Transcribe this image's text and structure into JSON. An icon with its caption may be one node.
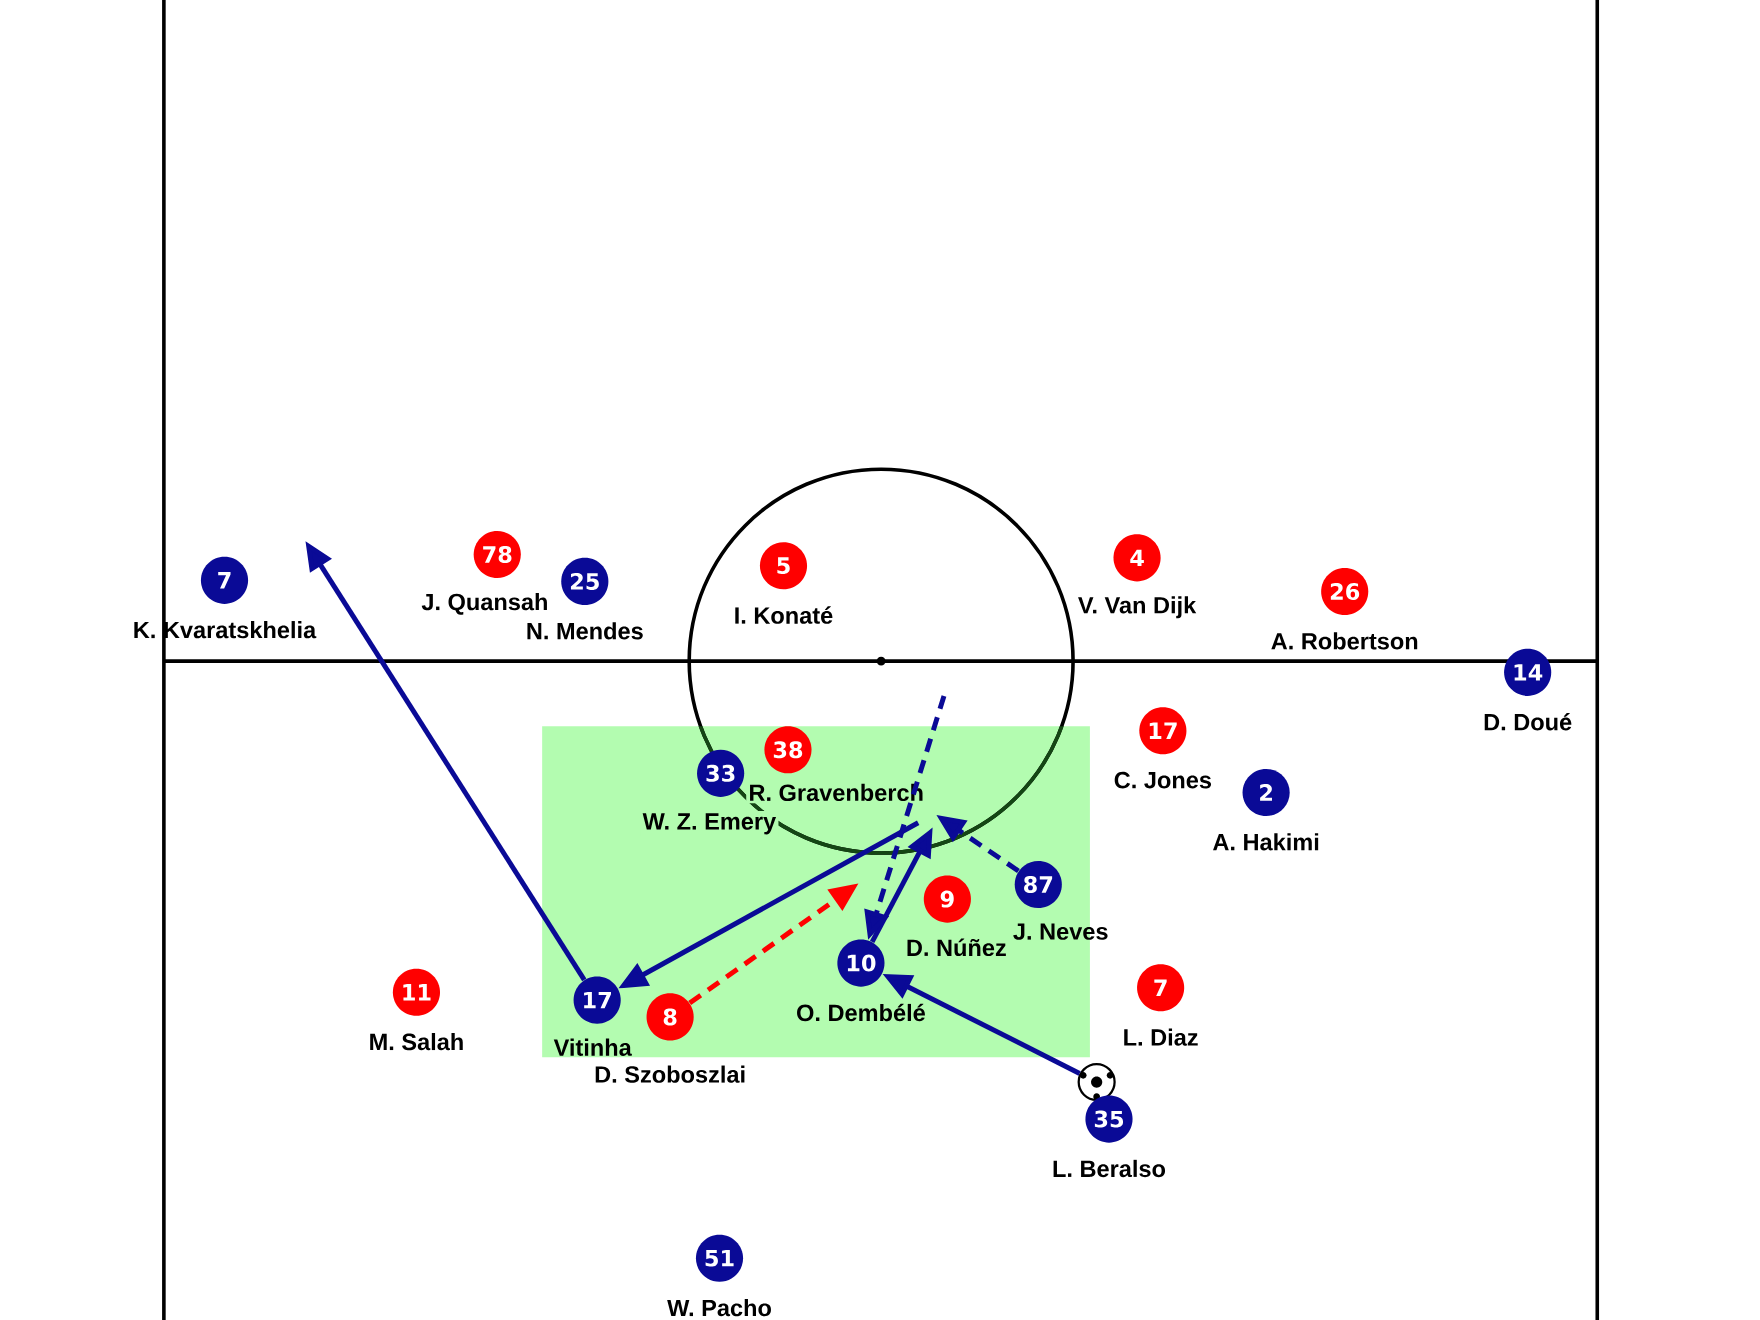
{
  "diagram": {
    "nodes": [
      {
        "text": [
          "78"
        ],
        "beside": [
          "J. Quansah"
        ]
      },
      {
        "text": [
          "4"
        ],
        "beside": [
          "V. Van Dijk"
        ]
      },
      {
        "text": [
          "5"
        ],
        "beside": [
          "I. Konaté"
        ]
      },
      {
        "text": [
          "7"
        ],
        "beside": [
          "K. Kvaratskhelia"
        ]
      },
      {
        "text": [
          "25"
        ],
        "beside": [
          "N. Mendes"
        ]
      },
      {
        "text": [
          "26"
        ],
        "beside": [
          "A. Robertson"
        ]
      },
      {
        "text": [
          "14"
        ],
        "beside": [
          "D. Doué"
        ]
      },
      {
        "text": [
          "17"
        ],
        "beside": [
          "C. Jones"
        ]
      },
      {
        "text": [
          "38"
        ],
        "beside": [
          "R. Gravenberch"
        ]
      },
      {
        "text": [
          "33"
        ],
        "beside": [
          "W. Z. Emery"
        ]
      },
      {
        "text": [
          "2"
        ],
        "beside": [
          "A. Hakimi"
        ]
      },
      {
        "text": [
          "87"
        ],
        "beside": [
          "J. Neves"
        ]
      },
      {
        "text": [
          "9"
        ],
        "beside": [
          "D. Núñez"
        ]
      },
      {
        "text": [
          "10"
        ],
        "beside": [
          "O. Dembélé"
        ]
      },
      {
        "text": [
          "7"
        ],
        "beside": [
          "L. Diaz"
        ]
      },
      {
        "text": [
          "11"
        ],
        "beside": [
          "M. Salah"
        ]
      },
      {
        "text": [
          "17"
        ],
        "beside": [
          "Vitinha"
        ]
      },
      {
        "text": [
          "8"
        ],
        "beside": [
          "D. Szoboszlai"
        ]
      },
      {
        "text": [],
        "shape": "ball"
      },
      {
        "text": [
          "35"
        ],
        "beside": [
          "L. Beralso"
        ]
      },
      {
        "text": [
          "51"
        ],
        "beside": [
          "W. Pacho"
        ]
      }
    ],
    "edges": [
      {
        "from": 16,
        "to": null,
        "arrow": "to"
      },
      {
        "from": null,
        "to": 16,
        "arrow": "to"
      },
      {
        "from": 13,
        "to": null,
        "arrow": "to"
      },
      {
        "from": 11,
        "to": null,
        "arrow": "to",
        "style": "dashed"
      },
      {
        "from": null,
        "to": 13,
        "arrow": "to",
        "style": "dashed"
      },
      {
        "from": 17,
        "to": null,
        "arrow": "to",
        "style": "dashed",
        "color": "#ff0000"
      },
      {
        "from": 18,
        "to": 13,
        "arrow": "to"
      }
    ]
  }
}
